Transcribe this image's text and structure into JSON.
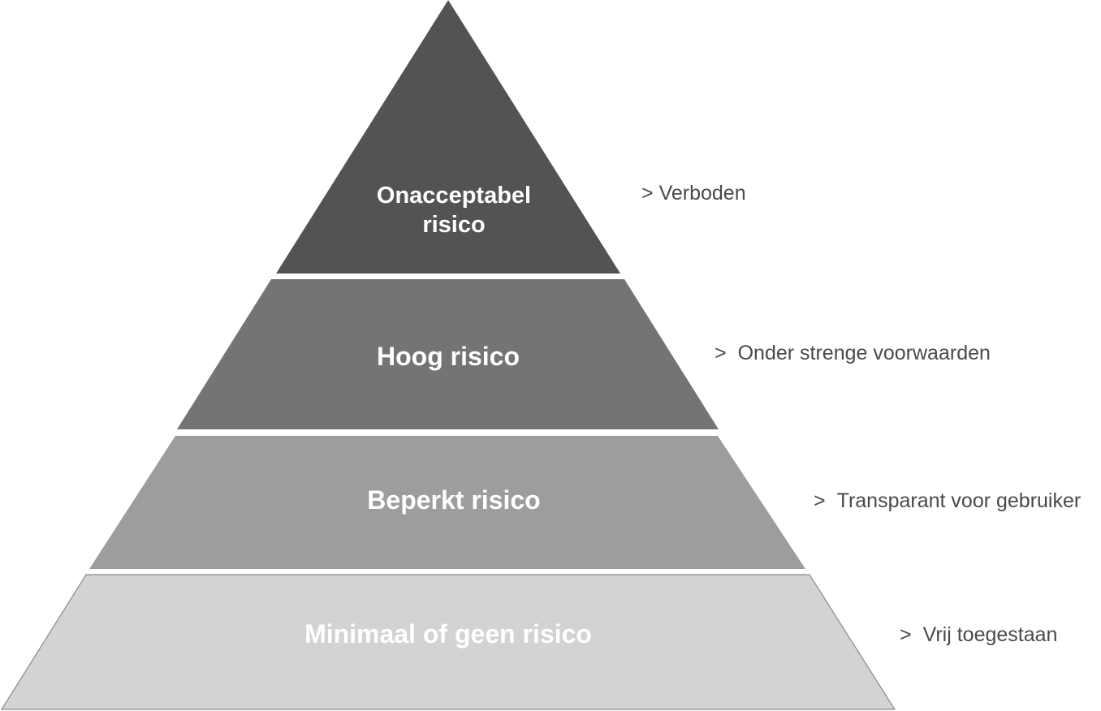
{
  "pyramid": {
    "tiers": [
      {
        "label_line1": "Onacceptabel",
        "label_line2": "risico",
        "note_arrow": ">",
        "note_text": "Verboden",
        "fill": "#535353"
      },
      {
        "label": "Hoog risico",
        "note_arrow": ">",
        "note_text": "Onder strenge voorwaarden",
        "fill": "#747474"
      },
      {
        "label": "Beperkt risico",
        "note_arrow": ">",
        "note_text": "Transparant voor gebruiker",
        "fill": "#9d9d9d"
      },
      {
        "label": "Minimaal of geen risico",
        "note_arrow": ">",
        "note_text": "Vrij toegestaan",
        "fill": "#d3d3d3"
      }
    ]
  }
}
